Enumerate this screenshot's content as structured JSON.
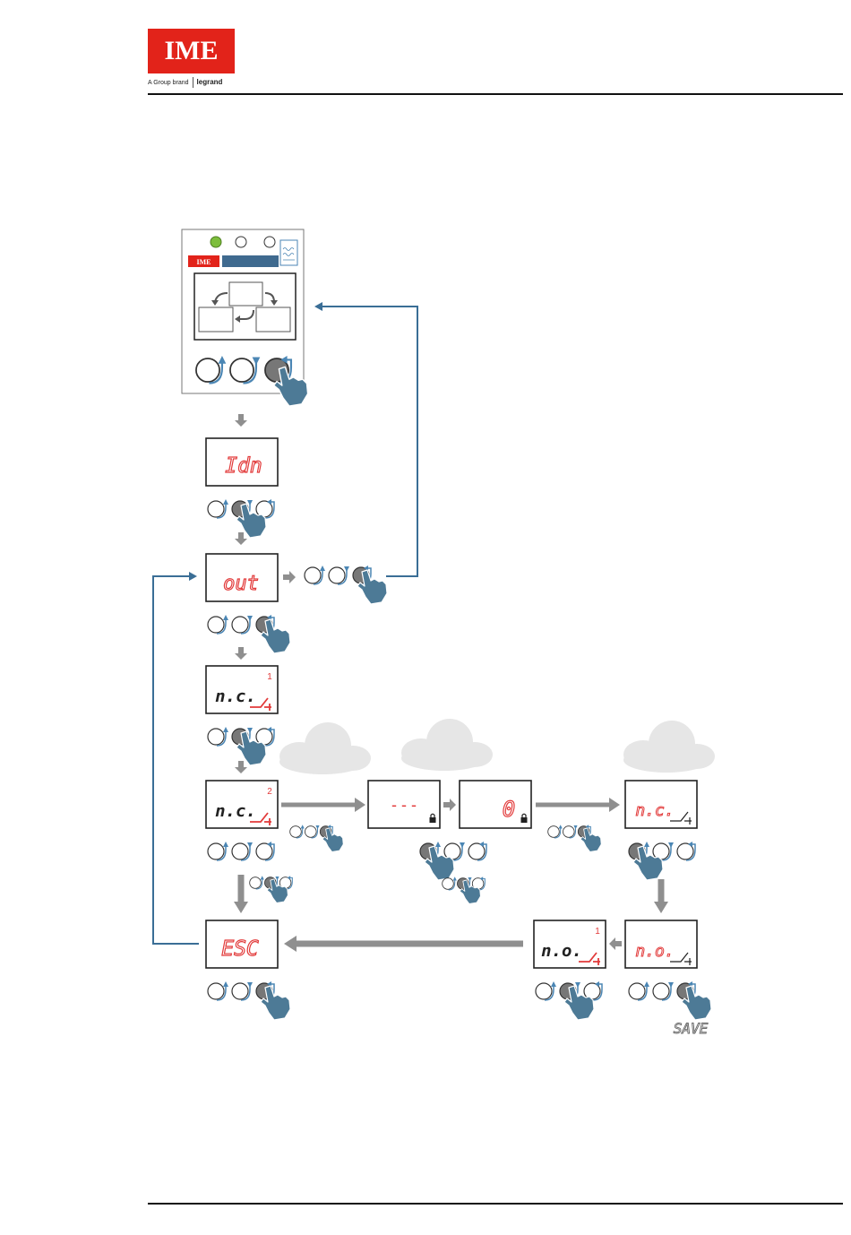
{
  "header": {
    "logo_text": "IME",
    "tagline_brand": "A Group brand",
    "tagline_partner": "legrand"
  },
  "device": {
    "brand_label": "IME"
  },
  "screens": {
    "idn": "Idn",
    "out": "out",
    "nc": "n.c.",
    "dashes": "- - -",
    "zero": "0",
    "esc": "ESC",
    "no": "n.o.",
    "step1": "1",
    "step2": "2"
  },
  "save_label": "SAVE",
  "colors": {
    "brand_red": "#e2231a",
    "flow_blue": "#3a6e96",
    "button_blue": "#4b86b4",
    "segment_red": "#e23a3a",
    "arrow_gray": "#8f8f8f",
    "hand": "#4d7a96"
  }
}
